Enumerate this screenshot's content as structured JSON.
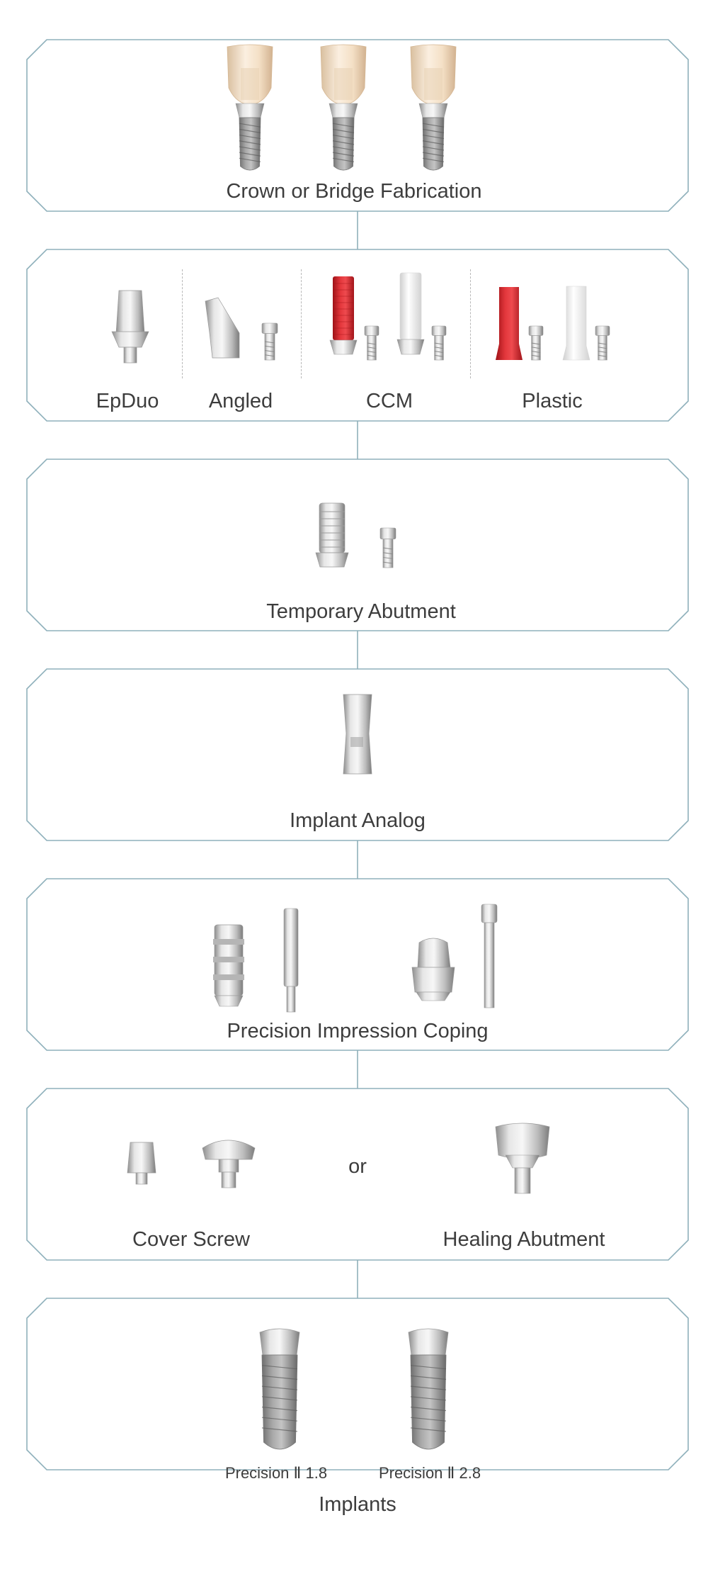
{
  "colors": {
    "frame": "#8fb0bb",
    "metal": "#c9c9c9",
    "crown": "#f1dcc2",
    "ccm_red": "#d8232a",
    "plastic_white": "#f7f7f7"
  },
  "steps": [
    {
      "title": "Crown or Bridge Fabrication"
    },
    {
      "items": [
        {
          "label": "EpDuo"
        },
        {
          "label": "Angled"
        },
        {
          "label": "CCM"
        },
        {
          "label": "Plastic"
        }
      ]
    },
    {
      "title": "Temporary Abutment"
    },
    {
      "title": "Implant Analog"
    },
    {
      "title": "Precision Impression Coping"
    },
    {
      "left": "Cover Screw",
      "or": "or",
      "right": "Healing Abutment"
    },
    {
      "items": [
        {
          "label": "Precision Ⅱ 1.8"
        },
        {
          "label": "Precision Ⅱ 2.8"
        }
      ],
      "title": "Implants"
    }
  ]
}
